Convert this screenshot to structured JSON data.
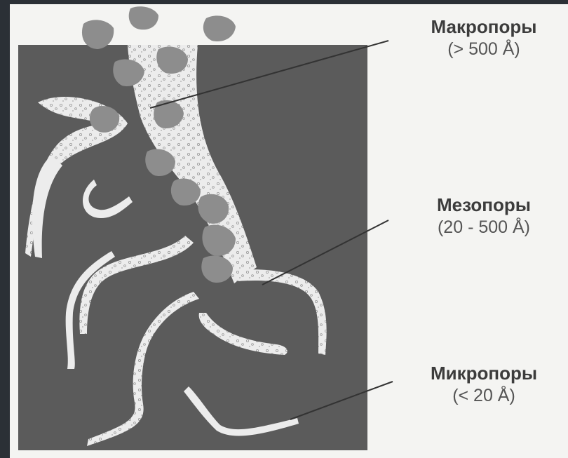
{
  "labels": {
    "macro": {
      "name": "Макропоры",
      "range": "(> 500 Å)"
    },
    "meso": {
      "name": "Мезопоры",
      "range": "(20 - 500 Å)"
    },
    "micro": {
      "name": "Микропоры",
      "range": "(< 20 Å)"
    }
  },
  "colors": {
    "background": "#2b3036",
    "frame": "#f4f4f2",
    "solid": "#5b5b5b",
    "particle": "#8d8d8d",
    "pore": "#ececec",
    "leader": "#333333"
  }
}
